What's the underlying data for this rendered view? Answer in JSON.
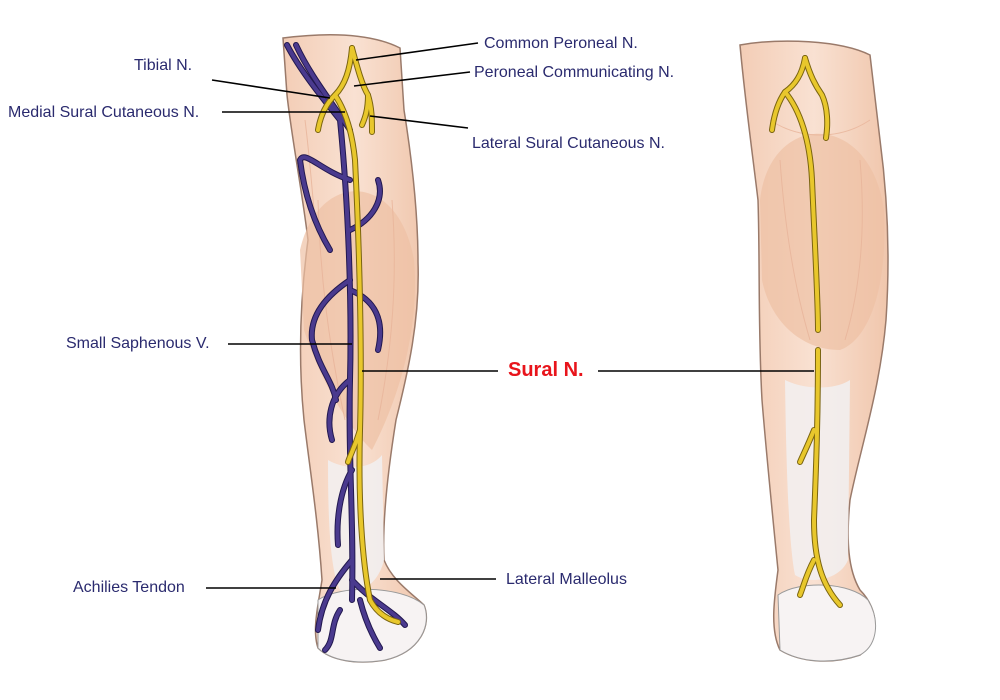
{
  "labels": {
    "tibial": "Tibial N.",
    "medial_sural": "Medial Sural Cutaneous N.",
    "small_saphenous": "Small Saphenous V.",
    "achilles": "Achilies Tendon",
    "common_peroneal": "Common Peroneal N.",
    "peroneal_communicating": "Peroneal Communicating N.",
    "lateral_sural": "Lateral Sural Cutaneous N.",
    "sural": "Sural N.",
    "lateral_malleolus": "Lateral Malleolus"
  },
  "colors": {
    "label_text": "#2a2a6e",
    "emphasis_text": "#e8141b",
    "nerve": "#e8c72c",
    "nerve_outline": "#7a6410",
    "vein": "#4a3a8e",
    "vein_outline": "#22184f",
    "skin": "#f7d9c6",
    "muscle": "#eec1a4",
    "tendon": "#f2eeee",
    "leader_line": "#000000"
  }
}
